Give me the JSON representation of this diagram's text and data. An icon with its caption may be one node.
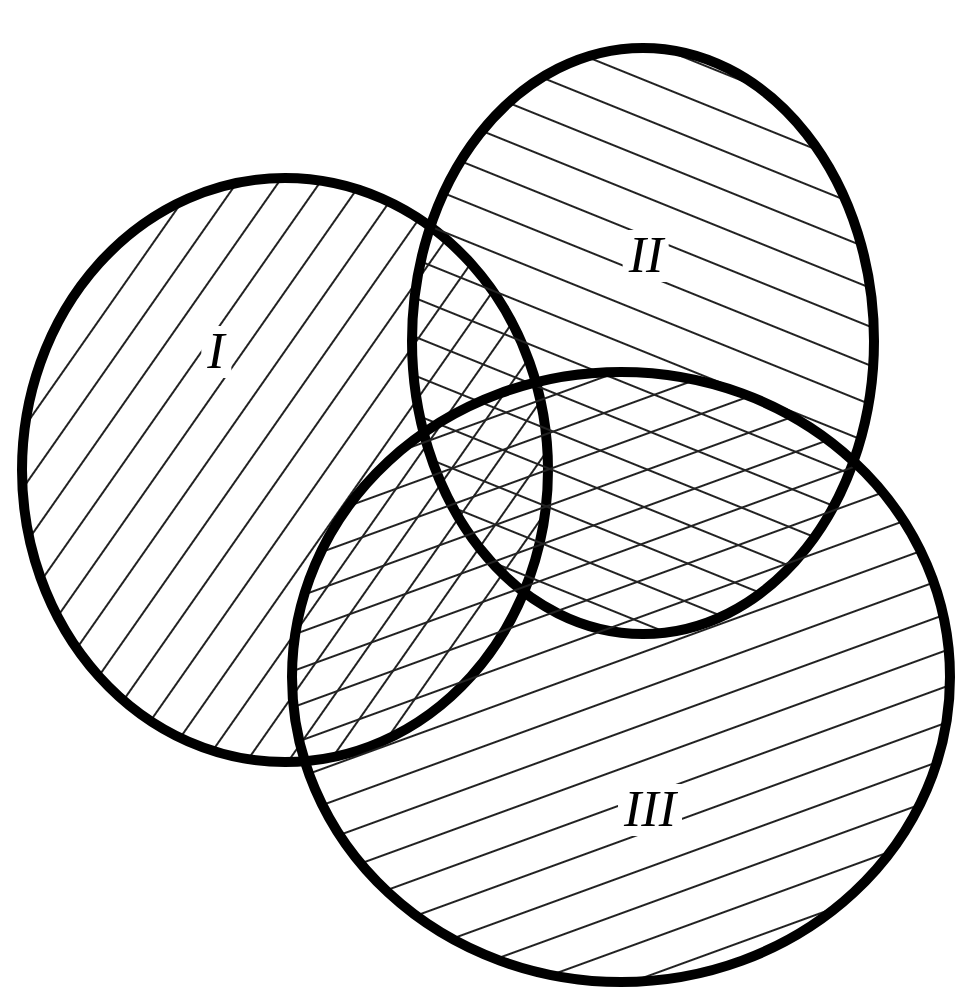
{
  "diagram": {
    "nodes": [
      {
        "text": [
          "I"
        ]
      },
      {
        "text": [
          "II"
        ]
      },
      {
        "text": [
          "III"
        ]
      }
    ]
  }
}
